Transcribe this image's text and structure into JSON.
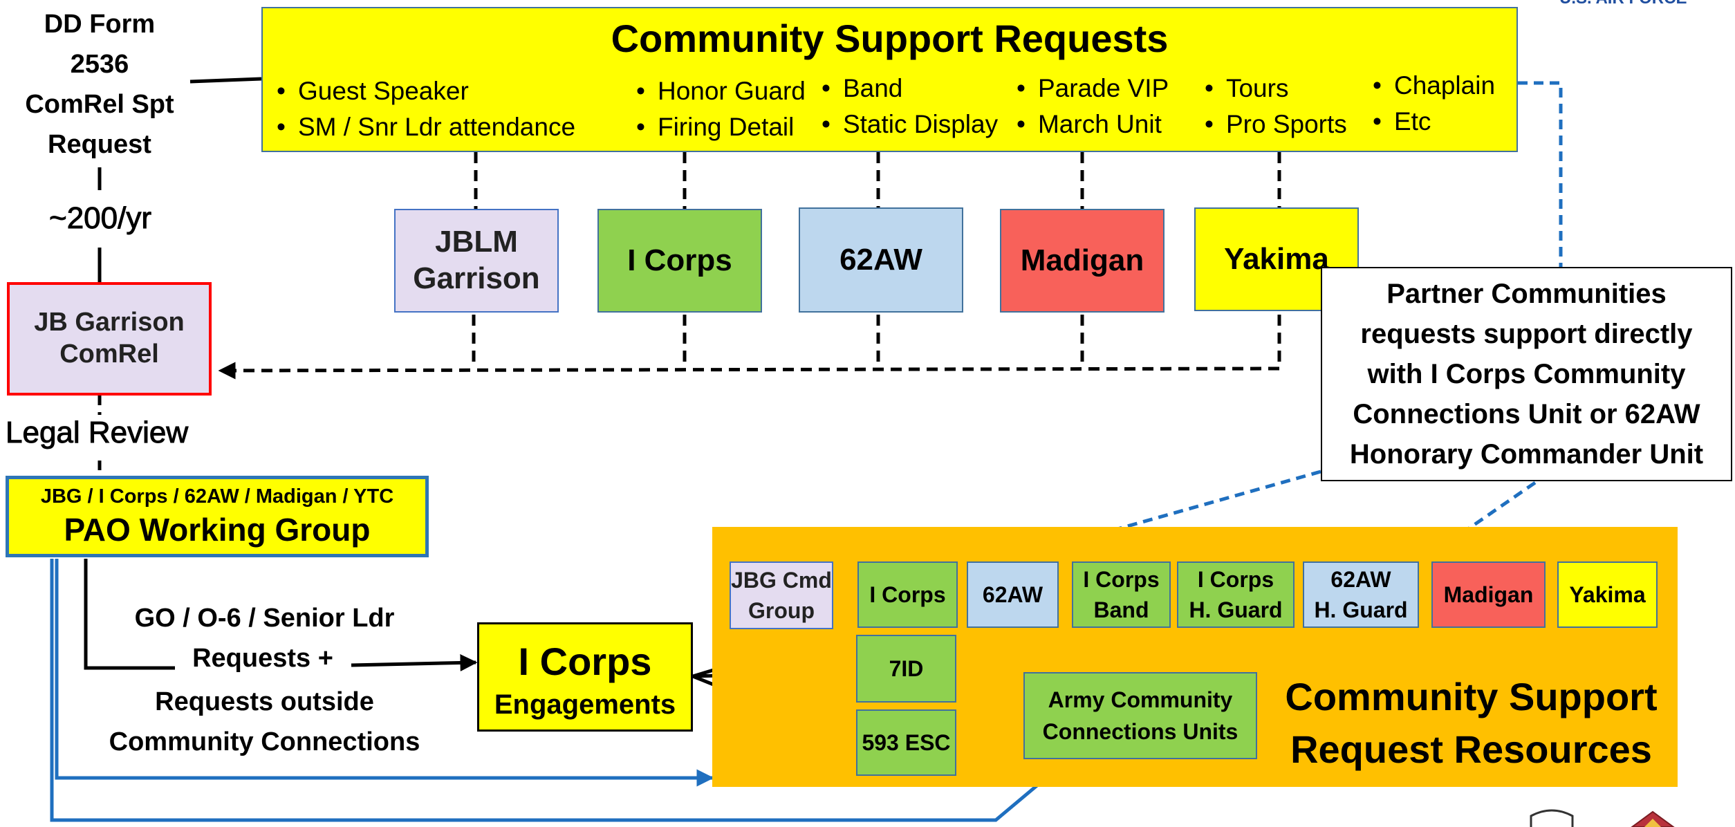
{
  "corner_label": "U.S. AIR FORCE",
  "form_request": {
    "title": "DD Form\n2536\nComRel Spt\nRequest",
    "volume": "~200/yr"
  },
  "csr": {
    "title": "Community Support Requests",
    "columns": [
      [
        "Guest Speaker",
        "SM / Snr Ldr attendance"
      ],
      [
        "Honor Guard",
        "Firing Detail"
      ],
      [
        "Band",
        "Static Display"
      ],
      [
        "Parade VIP",
        "March Unit"
      ],
      [
        "Tours",
        "Pro Sports"
      ],
      [
        "Chaplain",
        "Etc"
      ]
    ]
  },
  "units": [
    {
      "label": "JBLM\nGarrison",
      "color": "#e4dcf0"
    },
    {
      "label": "I Corps",
      "color": "#8fd14f"
    },
    {
      "label": "62AW",
      "color": "#bdd7ee"
    },
    {
      "label": "Madigan",
      "color": "#f8615a"
    },
    {
      "label": "Yakima",
      "color": "#ffff00"
    }
  ],
  "garrison_comrel": "JB Garrison\nComRel",
  "legal_review": "Legal Review",
  "pao": {
    "subtitle": "JBG / I Corps / 62AW / Madigan / YTC",
    "title": "PAO Working Group"
  },
  "partner_note": "Partner Communities\nrequests support directly\nwith I Corps Community\nConnections Unit or 62AW\nHonorary Commander Unit",
  "go_requests": {
    "line1": "GO / O-6 / Senior Ldr",
    "line2": "Requests +",
    "line3": "Requests outside\nCommunity Connections"
  },
  "engagements": {
    "title": "I Corps",
    "subtitle": "Engagements"
  },
  "resources": {
    "title": "Community Support\nRequest Resources",
    "background": "#ffc000",
    "row": [
      {
        "label": "JBG Cmd\nGroup",
        "color": "#e4dcf0"
      },
      {
        "label": "I Corps",
        "color": "#8fd14f"
      },
      {
        "label": "62AW",
        "color": "#bdd7ee"
      },
      {
        "label": "I Corps\nBand",
        "color": "#8fd14f"
      },
      {
        "label": "I Corps\nH. Guard",
        "color": "#8fd14f"
      },
      {
        "label": "62AW\nH. Guard",
        "color": "#bdd7ee"
      },
      {
        "label": "Madigan",
        "color": "#f8615a"
      },
      {
        "label": "Yakima",
        "color": "#ffff00"
      }
    ],
    "sub_units": [
      "7ID",
      "593 ESC"
    ],
    "army_units": "Army Community\nConnections Units"
  }
}
